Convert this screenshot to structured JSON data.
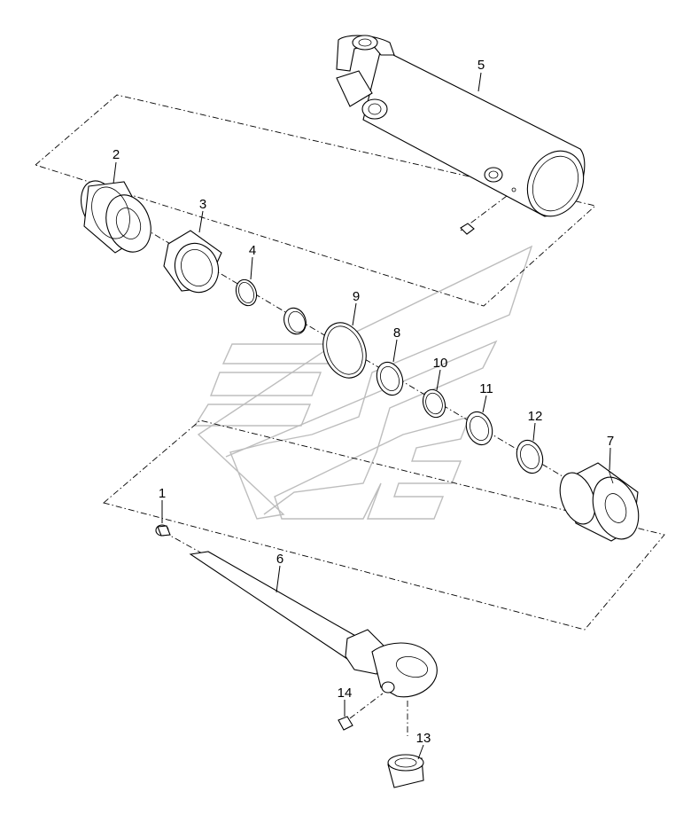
{
  "diagram": {
    "type": "exploded-parts-view",
    "callouts": [
      {
        "id": "c1",
        "label": "1"
      },
      {
        "id": "c2",
        "label": "2"
      },
      {
        "id": "c3",
        "label": "3"
      },
      {
        "id": "c4",
        "label": "4"
      },
      {
        "id": "c5",
        "label": "5"
      },
      {
        "id": "c6",
        "label": "6"
      },
      {
        "id": "c7",
        "label": "7"
      },
      {
        "id": "c8",
        "label": "8"
      },
      {
        "id": "c9",
        "label": "9"
      },
      {
        "id": "c10",
        "label": "10"
      },
      {
        "id": "c11",
        "label": "11"
      },
      {
        "id": "c12",
        "label": "12"
      },
      {
        "id": "c13",
        "label": "13"
      },
      {
        "id": "c14",
        "label": "14"
      }
    ]
  }
}
